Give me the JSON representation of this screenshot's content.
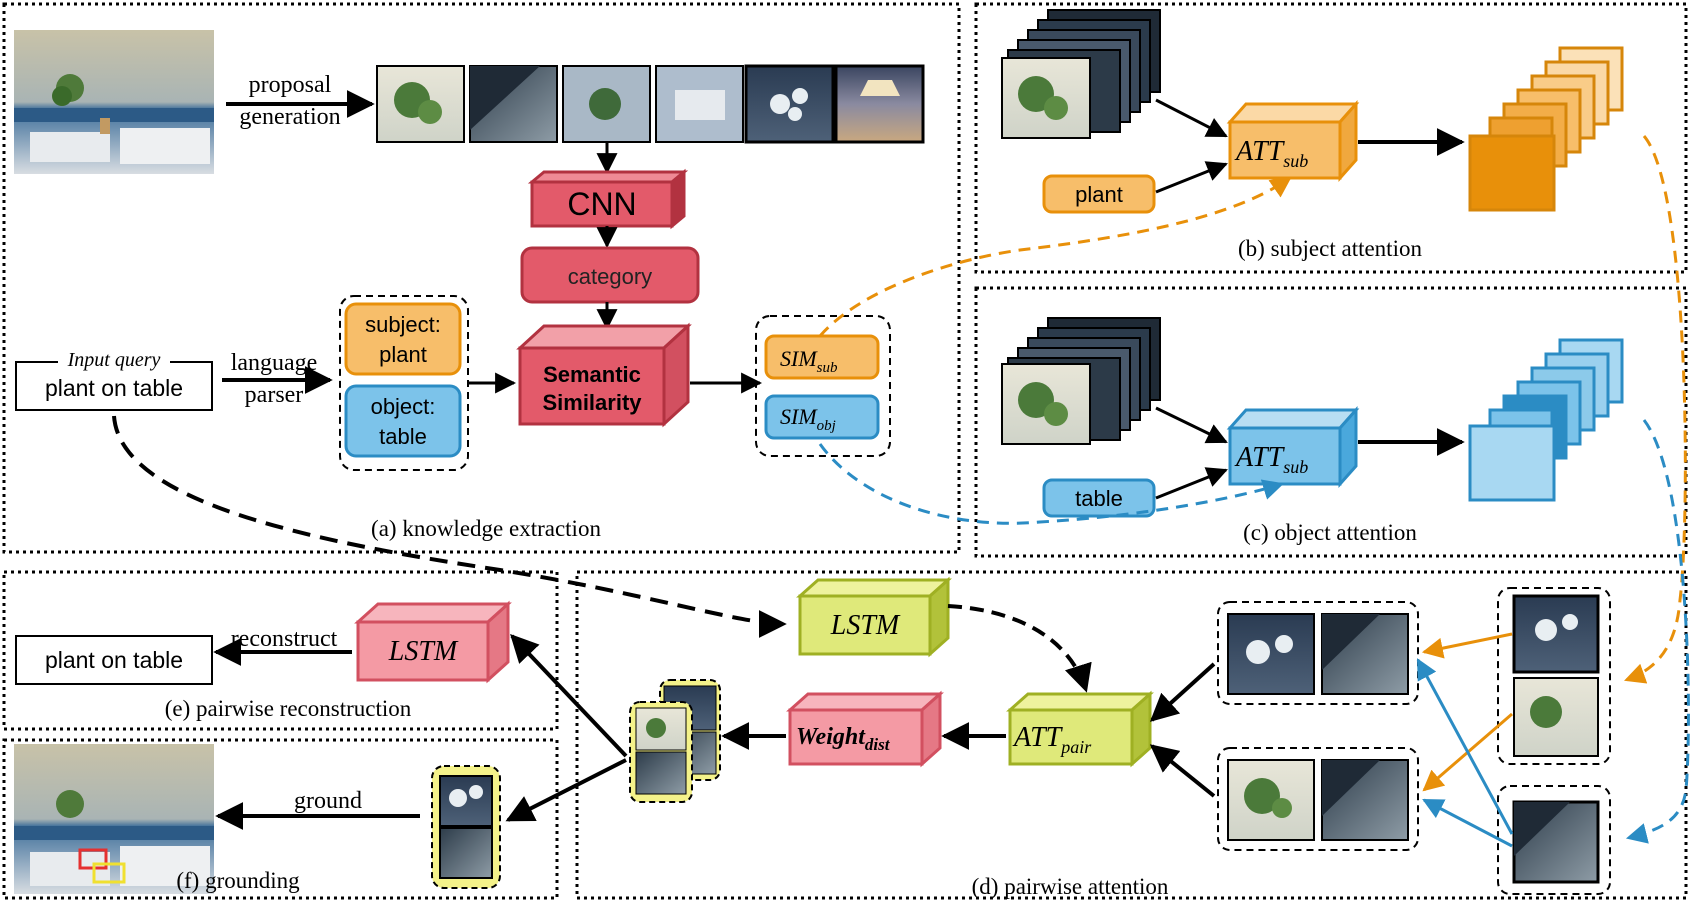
{
  "panels": {
    "a": "(a) knowledge extraction",
    "b": "(b) subject attention",
    "c": "(c) object attention",
    "d": "(d) pairwise attention",
    "e": "(e) pairwise reconstruction",
    "f": "(f) grounding"
  },
  "texts": {
    "proposal_1": "proposal",
    "proposal_2": "generation",
    "cnn": "CNN",
    "category": "category",
    "semantic_1": "Semantic",
    "semantic_2": "Similarity",
    "input_query_caption": "Input query",
    "input_query": "plant on table",
    "language_1": "language",
    "language_2": "parser",
    "subject_1": "subject:",
    "subject_2": "plant",
    "object_1": "object:",
    "object_2": "table",
    "sim": "SIM",
    "sub": "sub",
    "obj": "obj",
    "att": "ATT",
    "pair": "pair",
    "plant": "plant",
    "table": "table",
    "lstm": "LSTM",
    "weight": "Weight",
    "dist": "dist",
    "reconstruct": "reconstruct",
    "output_query": "plant on table",
    "ground": "ground"
  },
  "colors": {
    "red": "#e35a6a",
    "red_dark": "#b23240",
    "pink": "#f49aa4",
    "orange": "#f7be6a",
    "orange_dark": "#e8900a",
    "blue": "#7cc3ea",
    "blue_dark": "#2b8cc4",
    "lime": "#dfe97a",
    "lime_dark": "#9fb023",
    "yellow_glow": "#f4f28a"
  }
}
